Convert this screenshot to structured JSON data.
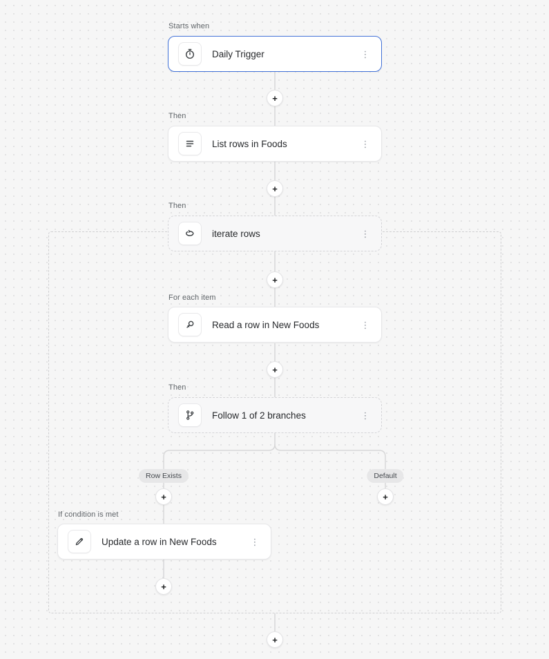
{
  "flow": {
    "nodes": [
      {
        "section_label": "Starts when",
        "title": "Daily Trigger",
        "icon": "stopwatch-icon",
        "variant": "trigger"
      },
      {
        "section_label": "Then",
        "title": "List rows in Foods",
        "icon": "list-icon",
        "variant": "solid"
      },
      {
        "section_label": "Then",
        "title": "iterate rows",
        "icon": "loop-icon",
        "variant": "dashed"
      },
      {
        "section_label": "For each item",
        "title": "Read a row in New Foods",
        "icon": "search-pin-icon",
        "variant": "solid"
      },
      {
        "section_label": "Then",
        "title": "Follow 1 of 2 branches",
        "icon": "branch-icon",
        "variant": "dashed"
      },
      {
        "section_label": "If condition is met",
        "title": "Update a row in New Foods",
        "icon": "pencil-icon",
        "variant": "solid"
      }
    ],
    "branch_labels": {
      "left": "Row Exists",
      "right": "Default"
    },
    "add_step_glyph": "+",
    "kebab_menu_glyph": "⋮"
  },
  "colors": {
    "trigger_border": "#4372d8",
    "canvas_bg": "#f6f6f6",
    "connector": "#d7d7d8",
    "dashed_container_border": "#cfcfd1"
  }
}
